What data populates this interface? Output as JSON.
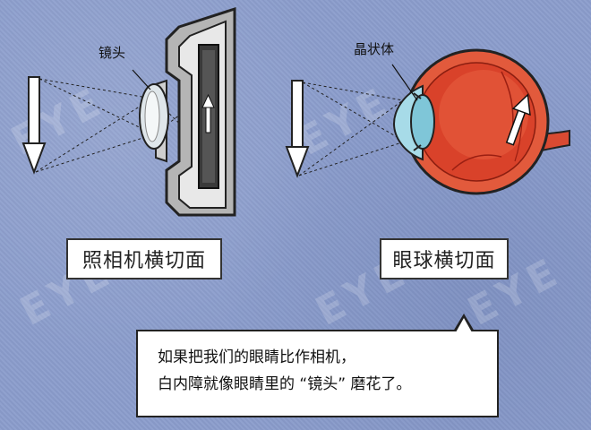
{
  "camera": {
    "lens_label": "镜头",
    "caption": "照相机横切面"
  },
  "eye": {
    "lens_label": "晶状体",
    "caption": "眼球横切面"
  },
  "bubble": {
    "line1": "如果把我们的眼睛比作相机，",
    "line2": "白内障就像眼睛里的 “镜头” 磨花了。"
  },
  "watermark": {
    "text": "EYE"
  },
  "colors": {
    "background": "#8b9dcc",
    "eye_red": "#d9422a",
    "eye_lens": "#9fd6e6",
    "camera_frame": "#9a9a9a"
  }
}
